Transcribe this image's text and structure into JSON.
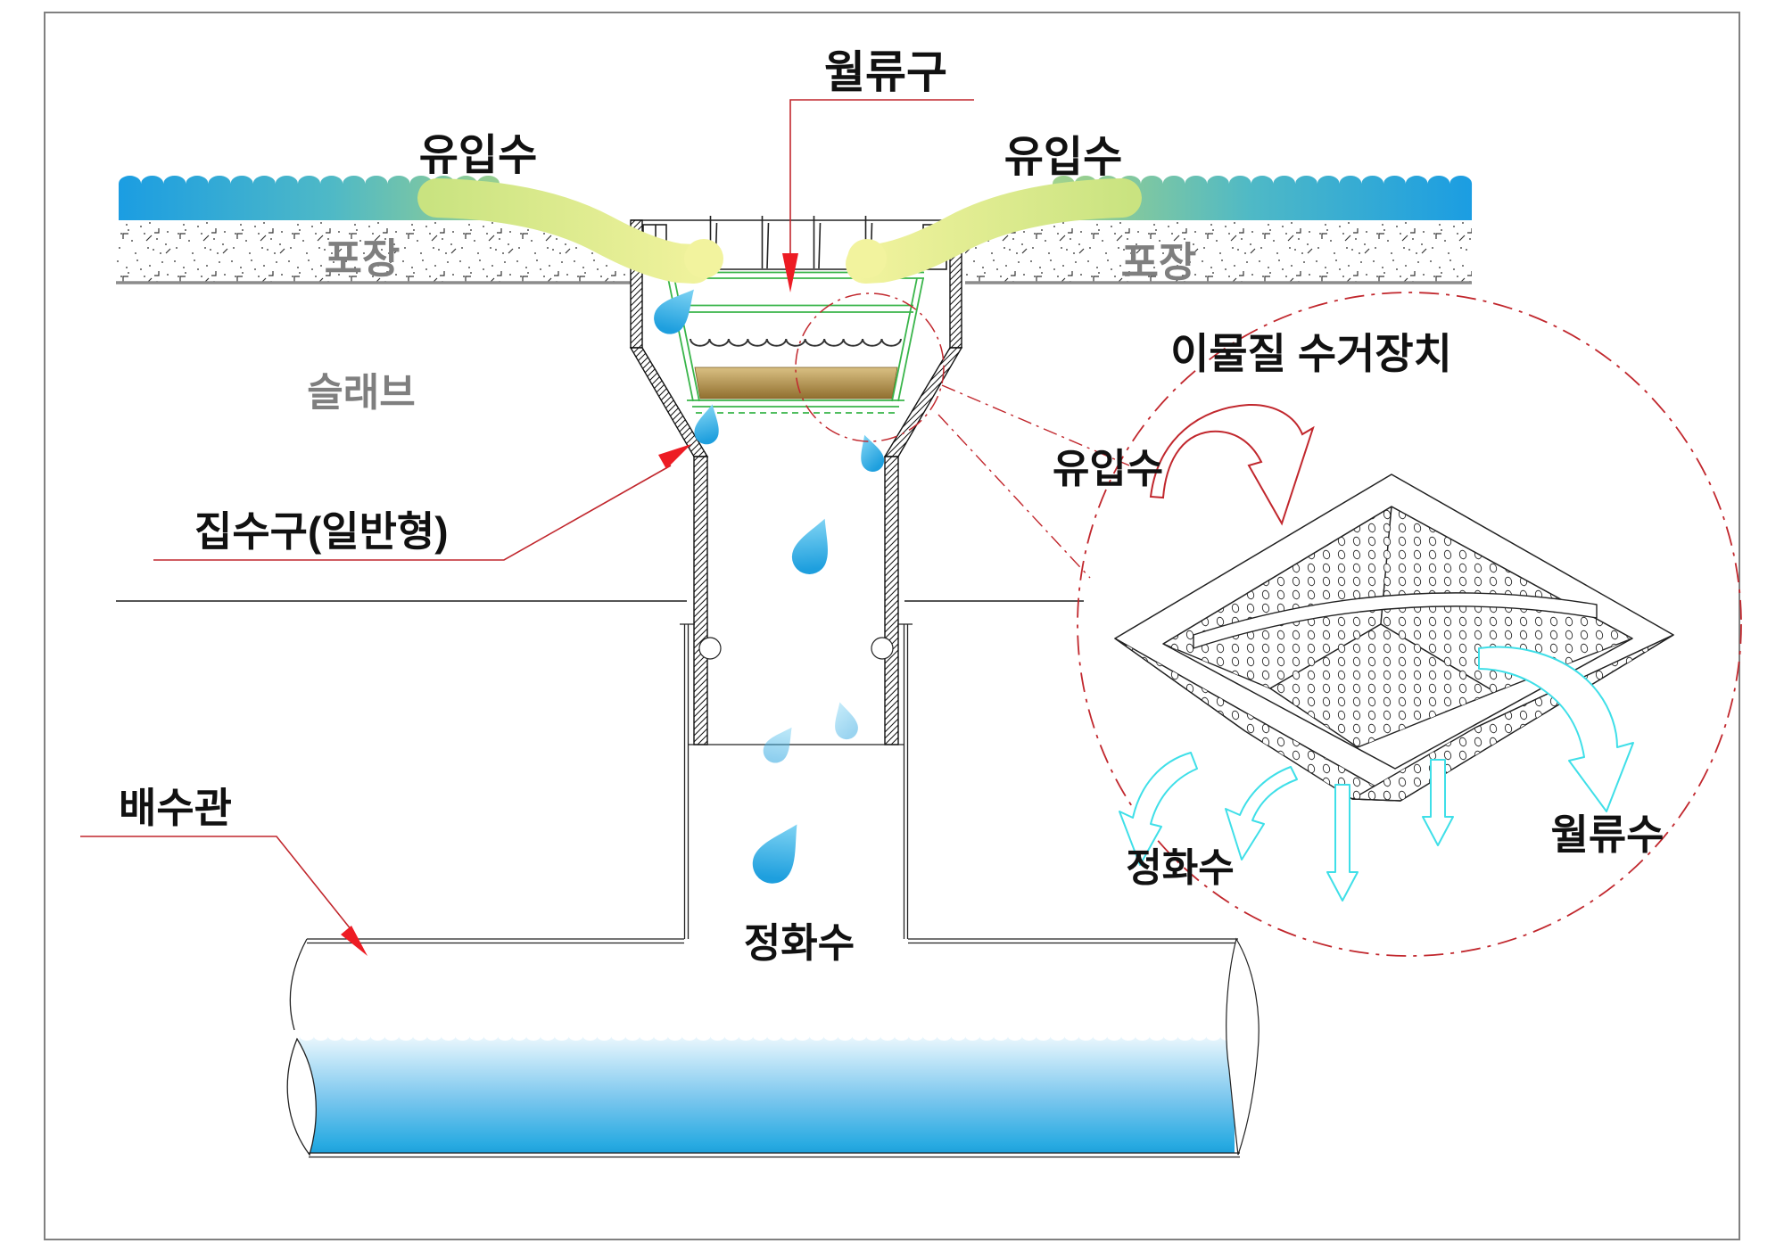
{
  "diagram": {
    "labels": {
      "overflow_port": "월류구",
      "inflow_left": "유입수",
      "inflow_right": "유입수",
      "pavement_left": "포장",
      "pavement_right": "포장",
      "slab": "슬래브",
      "catch_basin": "집수구(일반형)",
      "drain_pipe": "배수관",
      "purified_water": "정화수"
    },
    "detail": {
      "title": "이물질 수거장치",
      "inflow": "유입수",
      "purified_water": "정화수",
      "overflow_water": "월류수"
    },
    "colors": {
      "water_blue": "#1B9DE2",
      "water_green": "#C9E380",
      "stream_yellow": "#EFF2A0",
      "droplet_blue": "#29ABE2",
      "basket_green": "#39B54A",
      "sediment_brown": "#A8843C",
      "leader_red": "#C1272D",
      "arrow_red": "#ED1C24",
      "flow_cyan": "#3FDFE8",
      "line_gray": "#808080"
    }
  }
}
